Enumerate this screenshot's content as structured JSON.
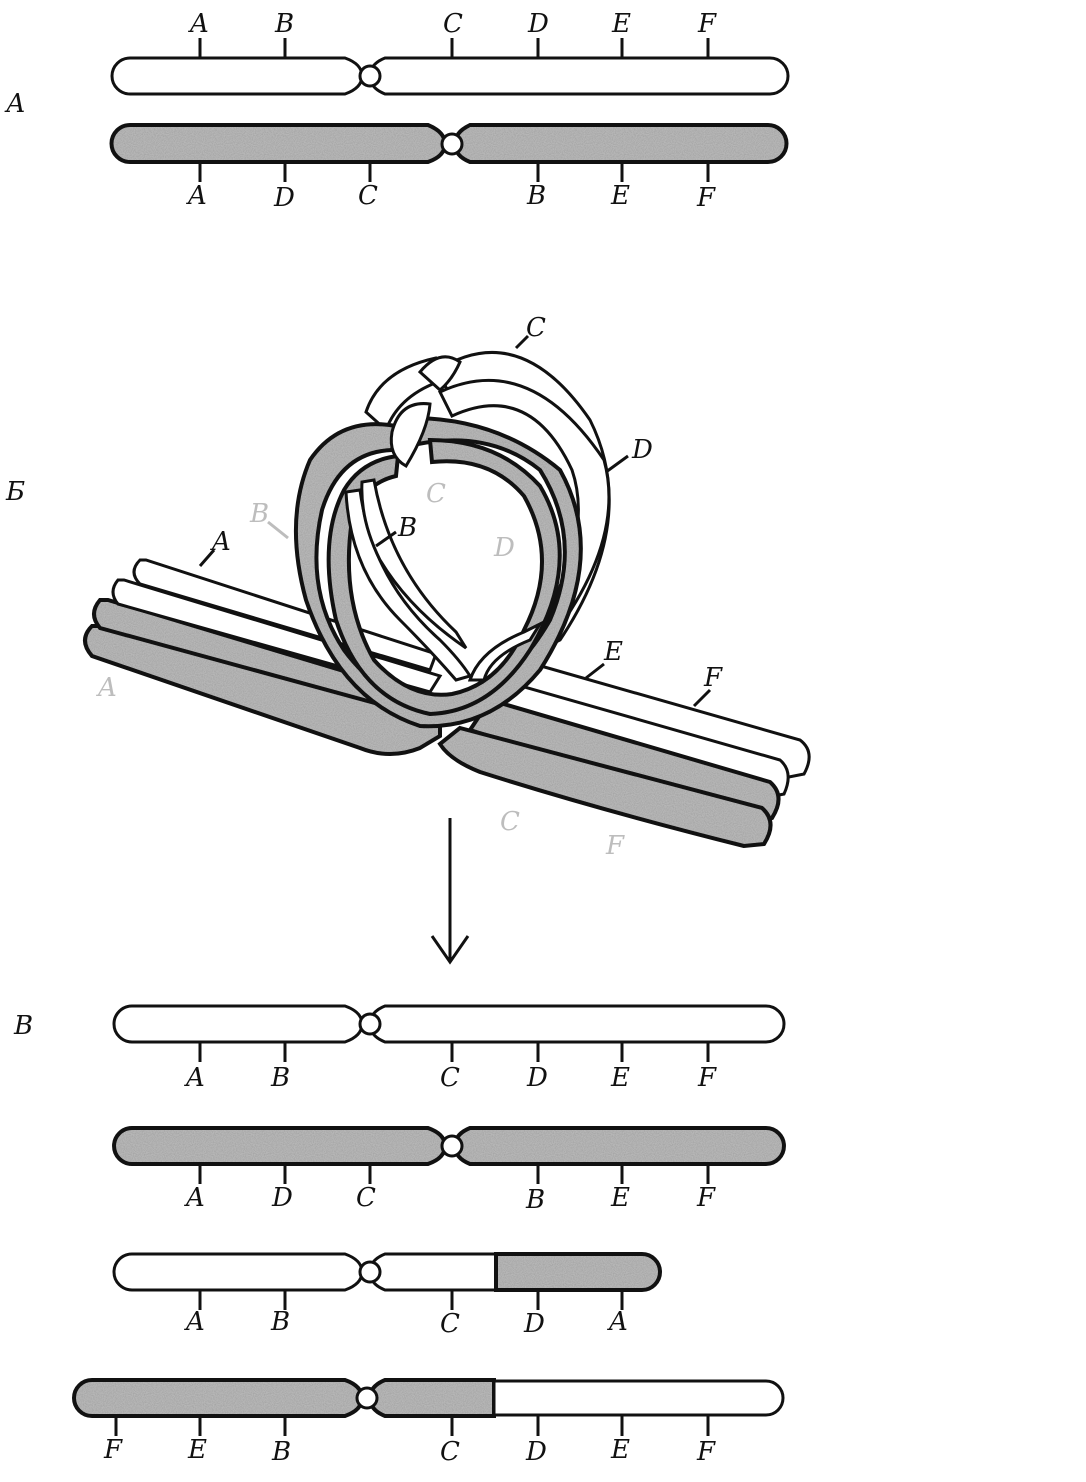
{
  "panels": {
    "a": "А",
    "b": "Б",
    "v": "В"
  },
  "panel_a": {
    "top_labels": [
      "A",
      "B",
      "C",
      "D",
      "E",
      "F"
    ],
    "bottom_labels": [
      "A",
      "D",
      "C",
      "B",
      "E",
      "F"
    ]
  },
  "panel_b": {
    "labels": [
      "C",
      "D",
      "B",
      "A",
      "E",
      "F"
    ],
    "faint_labels": [
      "B",
      "C",
      "D",
      "A",
      "C",
      "F"
    ]
  },
  "panel_v": {
    "row1_labels": [
      "A",
      "B",
      "C",
      "D",
      "E",
      "F"
    ],
    "row2_labels": [
      "A",
      "D",
      "C",
      "B",
      "E",
      "F"
    ],
    "row3_labels": [
      "A",
      "B",
      "C",
      "D",
      "A"
    ],
    "row4_labels": [
      "F",
      "E",
      "B",
      "C",
      "D",
      "E",
      "F"
    ]
  },
  "colors": {
    "outline": "#111111",
    "shaded": "#8a8a8a",
    "background": "#ffffff"
  }
}
